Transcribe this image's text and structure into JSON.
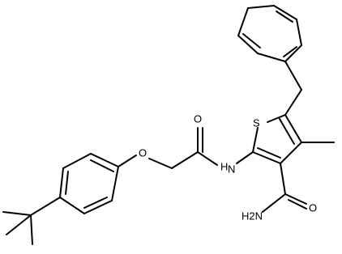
{
  "molecule": {
    "atom_labels": {
      "sulfur": "S",
      "amide_nh": "H",
      "amide_n": "N",
      "carbonyl_o_top": "O",
      "ether_o": "O",
      "carboxamide_n": "H2N",
      "carboxamide_h2": "H",
      "carboxamide_n_letter": "N",
      "carboxamide_o": "O"
    },
    "colors": {
      "bond": "#000000",
      "text": "#000000",
      "background": "#ffffff"
    }
  }
}
